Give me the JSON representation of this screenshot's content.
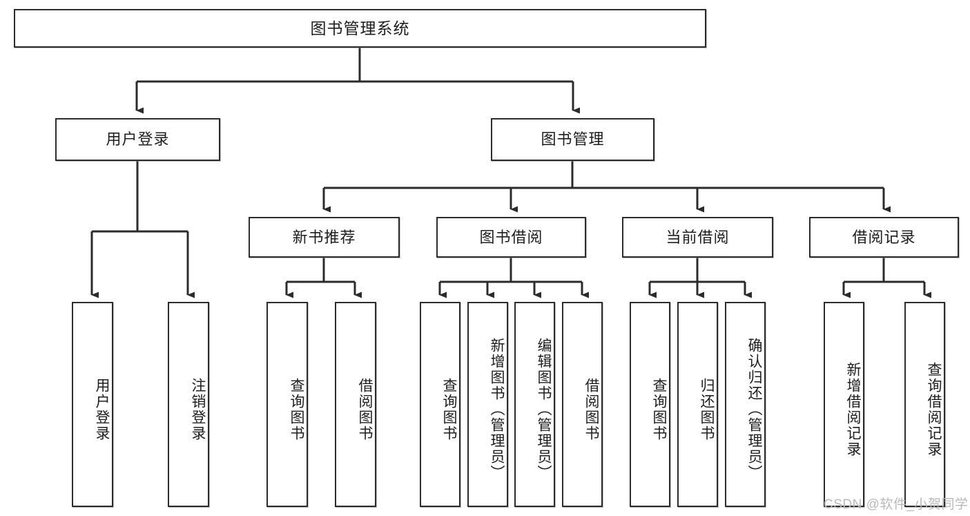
{
  "diagram": {
    "type": "hierarchy-tree",
    "title": "图书管理系统",
    "root": {
      "id": "root",
      "label": "图书管理系统"
    },
    "level2": [
      {
        "id": "user-login",
        "label": "用户登录"
      },
      {
        "id": "book-manage",
        "label": "图书管理"
      }
    ],
    "level3": [
      {
        "id": "new-book-rec",
        "label": "新书推荐"
      },
      {
        "id": "book-borrow",
        "label": "图书借阅"
      },
      {
        "id": "current-borrow",
        "label": "当前借阅"
      },
      {
        "id": "borrow-record",
        "label": "借阅记录"
      }
    ],
    "leaves": {
      "user_login": [
        {
          "id": "leaf-user-login",
          "label": "用户登录"
        },
        {
          "id": "leaf-logout",
          "label": "注销登录"
        }
      ],
      "new_book_rec": [
        {
          "id": "leaf-query-book-1",
          "label": "查询图书"
        },
        {
          "id": "leaf-borrow-book-1",
          "label": "借阅图书"
        }
      ],
      "book_borrow": [
        {
          "id": "leaf-query-book-2",
          "label": "查询图书"
        },
        {
          "id": "leaf-add-book",
          "label": "新增图书（管理员）"
        },
        {
          "id": "leaf-edit-book",
          "label": "编辑图书（管理员）"
        },
        {
          "id": "leaf-borrow-book-2",
          "label": "借阅图书"
        }
      ],
      "current_borrow": [
        {
          "id": "leaf-query-book-3",
          "label": "查询图书"
        },
        {
          "id": "leaf-return-book",
          "label": "归还图书"
        },
        {
          "id": "leaf-confirm-return",
          "label": "确认归还（管理员）"
        }
      ],
      "borrow_record": [
        {
          "id": "leaf-add-record",
          "label": "新增借阅记录"
        },
        {
          "id": "leaf-query-record",
          "label": "查询借阅记录"
        }
      ]
    }
  },
  "watermark": {
    "text": "CSDN @软件_小贺同学"
  },
  "colors": {
    "stroke": "#2b2b2b",
    "fill": "#ffffff",
    "text": "#1d1d1d",
    "watermark": "#b9b9b9"
  }
}
